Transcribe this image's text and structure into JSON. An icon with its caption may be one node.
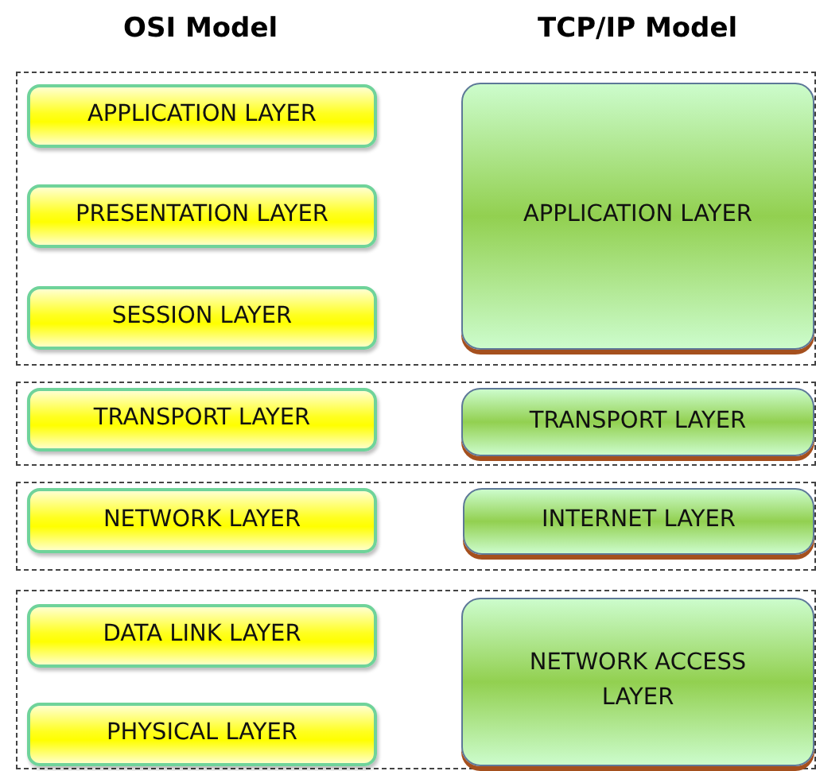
{
  "diagram": {
    "nodes": [
      {
        "text": [],
        "shape": "box"
      },
      {
        "text": [
          "APPLICATION LAYER"
        ],
        "in": 0
      },
      {
        "text": [
          "APPLICATION LAYER"
        ],
        "in": 0
      },
      {
        "text": [
          "PRESENTATION LAYER"
        ],
        "in": 0
      },
      {
        "text": [
          "SESSION LAYER"
        ],
        "in": 0
      },
      {
        "text": [],
        "shape": "box"
      },
      {
        "text": [
          "TRANSPORT LAYER"
        ],
        "in": 5
      },
      {
        "text": [
          "TRANSPORT LAYER"
        ],
        "in": 5
      },
      {
        "text": [],
        "shape": "box"
      },
      {
        "text": [
          "NETWORK LAYER"
        ],
        "in": 8
      },
      {
        "text": [
          "INTERNET LAYER"
        ],
        "in": 8
      },
      {
        "text": [],
        "shape": "box"
      },
      {
        "text": [
          "DATA LINK LAYER"
        ],
        "in": 11
      },
      {
        "text": [
          "NETWORK ACCESS LAYER"
        ],
        "in": 11
      },
      {
        "text": [
          "PHYSICAL LAYER"
        ],
        "in": 11
      }
    ],
    "labels": [
      "OSI Model",
      "TCP/IP Model"
    ]
  }
}
